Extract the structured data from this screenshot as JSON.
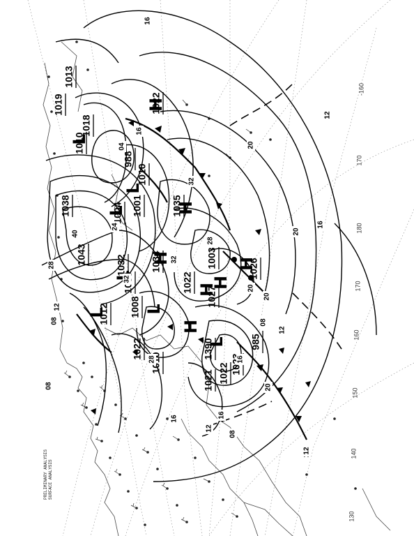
{
  "map": {
    "caption_lines": [
      "PRELIMINARY ANALYSIS",
      "SURFACE ANALYSIS"
    ],
    "pressure_labels": [
      {
        "text": "1012"
      },
      {
        "text": "1043"
      },
      {
        "text": "1038"
      },
      {
        "text": "1032"
      },
      {
        "text": "1030"
      },
      {
        "text": "1008"
      },
      {
        "text": "1022"
      },
      {
        "text": "1010"
      },
      {
        "text": "1004"
      },
      {
        "text": "1001"
      },
      {
        "text": "988"
      },
      {
        "text": "1010"
      },
      {
        "text": "1018"
      },
      {
        "text": "1013"
      },
      {
        "text": "1019"
      },
      {
        "text": "1022"
      },
      {
        "text": "1035"
      },
      {
        "text": "1034"
      },
      {
        "text": "1003"
      },
      {
        "text": "1026"
      },
      {
        "text": "1027"
      },
      {
        "text": "1022"
      },
      {
        "text": "1390"
      },
      {
        "text": "985"
      },
      {
        "text": "1021"
      },
      {
        "text": "1022"
      },
      {
        "text": "1023"
      },
      {
        "text": "1010"
      }
    ],
    "isobar_labels": [
      {
        "text": "16"
      },
      {
        "text": "12"
      },
      {
        "text": "16"
      },
      {
        "text": "20"
      },
      {
        "text": "20"
      },
      {
        "text": "20"
      },
      {
        "text": "12"
      },
      {
        "text": "16"
      },
      {
        "text": "28"
      },
      {
        "text": "32"
      },
      {
        "text": "24"
      },
      {
        "text": "32"
      },
      {
        "text": "40"
      },
      {
        "text": "28"
      },
      {
        "text": "12"
      },
      {
        "text": "08"
      },
      {
        "text": "04"
      },
      {
        "text": "16"
      },
      {
        "text": "20"
      },
      {
        "text": "12"
      },
      {
        "text": "08"
      },
      {
        "text": "16"
      },
      {
        "text": "12"
      },
      {
        "text": "08"
      },
      {
        "text": "32"
      },
      {
        "text": "28"
      },
      {
        "text": "20"
      },
      {
        "text": "16"
      },
      {
        "text": "12"
      },
      {
        "text": "08"
      }
    ],
    "pressure_centers": [
      {
        "symbol": "H"
      },
      {
        "symbol": "H"
      },
      {
        "symbol": "H"
      },
      {
        "symbol": "H"
      },
      {
        "symbol": "H"
      },
      {
        "symbol": "H"
      },
      {
        "symbol": "H"
      },
      {
        "symbol": "L"
      },
      {
        "symbol": "L"
      },
      {
        "symbol": "L"
      },
      {
        "symbol": "L"
      },
      {
        "symbol": "L"
      },
      {
        "symbol": "L"
      },
      {
        "symbol": "L"
      }
    ],
    "longitude_labels": [
      "-160",
      "170",
      "180",
      "170",
      "160",
      "150",
      "140",
      "130"
    ]
  }
}
